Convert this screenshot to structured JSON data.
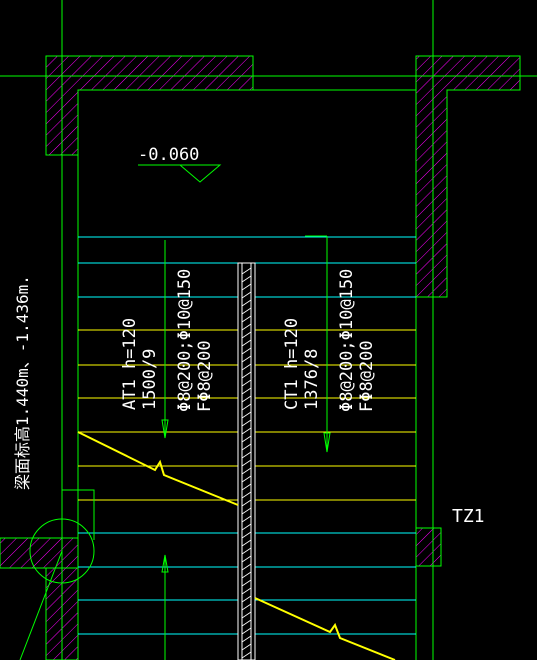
{
  "drawing": {
    "background": "#000000",
    "colors": {
      "wall": "#00ff00",
      "hatch": "#ff00ff",
      "grid": "#00ff00",
      "stair": "#ffff00",
      "tread": "#00ffff",
      "text": "#ffffff"
    },
    "elevation_label": "-0.060",
    "stair_left": {
      "name": "AT1 h=120",
      "steps": "1500/9",
      "rebar_top": "Φ8@200;Φ10@150",
      "rebar_bottom": "FΦ8@200"
    },
    "stair_right": {
      "name": "CT1 h=120",
      "steps": "1376/8",
      "rebar_top": "Φ8@200;Φ10@150",
      "rebar_bottom": "FΦ8@200"
    },
    "beam_note": "梁面标高1.440m、-1.436m.",
    "column_tag": "TZ1"
  }
}
